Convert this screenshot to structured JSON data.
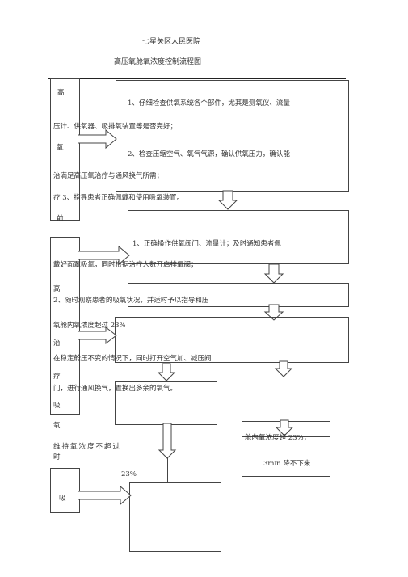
{
  "header": {
    "hospital": "七星关区人民医院",
    "title": "高压氧舱氧浓度控制流程图"
  },
  "left_col": {
    "before_label": [
      "高",
      "氧",
      "疗",
      "前"
    ],
    "during_label": [
      "高",
      "压",
      "氧",
      "治",
      "疗",
      "吸",
      "氧"
    ],
    "after_label": [
      "吸"
    ]
  },
  "step1": {
    "line1": "1、仔细检查供氧系统各个部件，尤其是测氧仪、流量",
    "line2": "压计、供氧器、吸排氧装置等是否完好；",
    "line3": "2、检查压缩空气、氧气气源，确认供氧压力，确认能",
    "line4": "治满足高压氧治疗与通风换气所需；",
    "line5": "疗 3、指导患者正确佩戴和使用吸氧装置。"
  },
  "step2": {
    "line1": "1、正确操作供氧阀门、流量计；及时通知患者佩",
    "line2": "戴好面罩吸氧，同时根据治疗人数开启排氧阀；",
    "line3": "2、随时观察患者的吸氧状况，并适时予以指导和压"
  },
  "step3": {
    "line1": "氧舱内氧浓度超过 23%",
    "line2": "在稳定舱压不变的情况下，同时打开空气加、减压阀",
    "line3": "门，进行通风换气，置换出多余的氧气。"
  },
  "right_branch": {
    "line1": "舱内氧浓度超 23%，",
    "line2": "3min 降不下来"
  },
  "bottom": {
    "line1": "维持氧浓度不超过",
    "line2": "时",
    "line3": "23%"
  }
}
